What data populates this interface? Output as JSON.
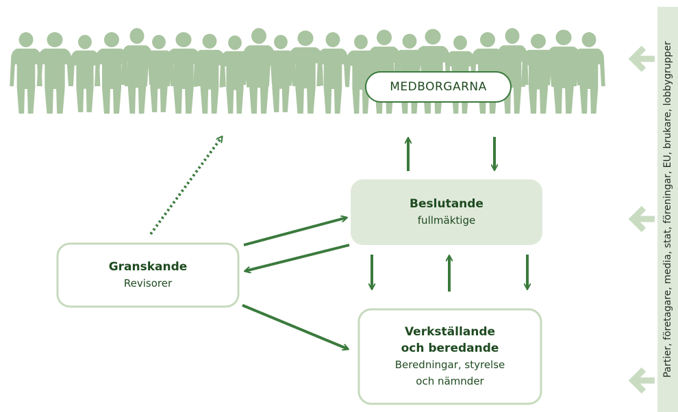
{
  "nodes": {
    "citizens": {
      "label": "MEDBORGARNA"
    },
    "decision": {
      "title": "Beslutande",
      "subtitle": "fullmäktige"
    },
    "audit": {
      "title": "Granskande",
      "subtitle": "Revisorer"
    },
    "execution": {
      "title_line1": "Verkställande",
      "title_line2": "och beredande",
      "subtitle_line1": "Beredningar, styrelse",
      "subtitle_line2": "och nämnder"
    }
  },
  "sidebar": {
    "text": "Partier, företagare, media, stat, föreningar, EU, brukare, lobbygrupper"
  },
  "colors": {
    "dark_green": "#3a7a3c",
    "text_green": "#1e4a20",
    "light_green": "#dfe9da",
    "crowd_green": "#a9c4a0",
    "arrow_light": "#c9dcc2"
  }
}
